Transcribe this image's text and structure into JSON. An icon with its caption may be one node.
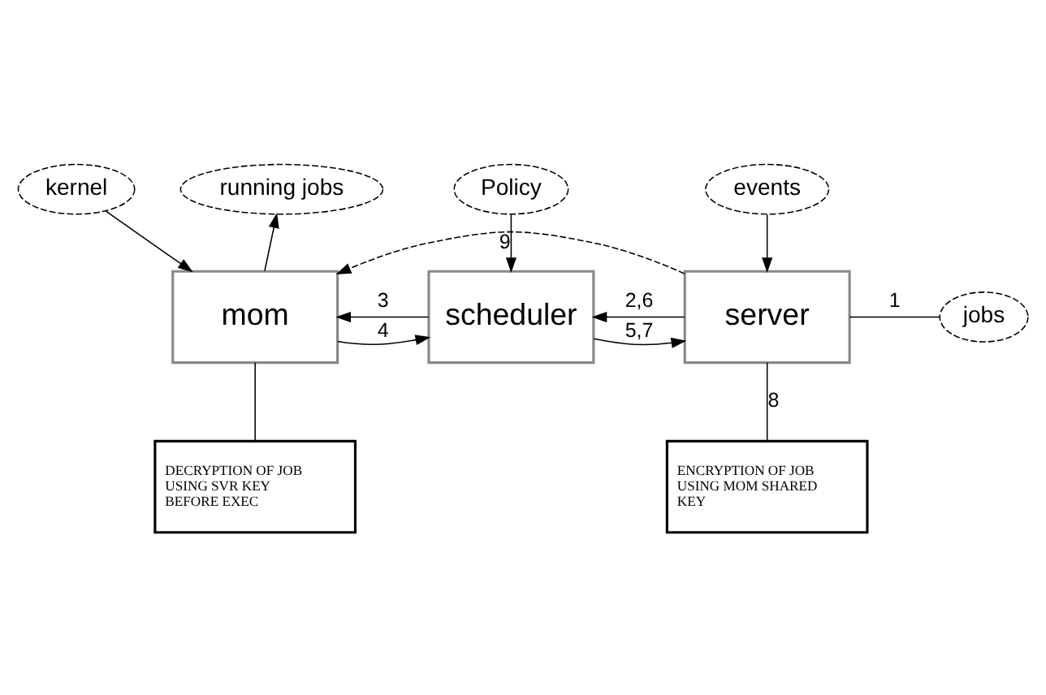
{
  "diagram": {
    "nodes": [
      {
        "text": [
          "kernel"
        ]
      },
      {
        "text": [
          "running jobs"
        ]
      },
      {
        "text": [
          "Policy"
        ]
      },
      {
        "text": [
          "events"
        ]
      },
      {
        "text": [
          "mom"
        ]
      },
      {
        "text": [
          "scheduler"
        ]
      },
      {
        "text": [
          "server"
        ]
      },
      {
        "text": [
          "jobs"
        ]
      },
      {
        "text": [
          "DECRYPTION OF JOB USING SVR KEY BEFORE EXEC"
        ]
      },
      {
        "text": [
          "ENCRYPTION OF JOB USING MOM SHARED KEY"
        ]
      }
    ],
    "edges": [
      {
        "from": 0,
        "to": 4,
        "arrow": "to"
      },
      {
        "from": 4,
        "to": 1,
        "arrow": "to"
      },
      {
        "from": 2,
        "to": 5,
        "arrow": "to"
      },
      {
        "from": 3,
        "to": 6,
        "arrow": "to"
      },
      {
        "from": 5,
        "to": 4,
        "arrow": "to",
        "label": "3"
      },
      {
        "from": 4,
        "to": 5,
        "arrow": "to",
        "label": "4"
      },
      {
        "from": 6,
        "to": 5,
        "arrow": "to",
        "label": "2,6"
      },
      {
        "from": 5,
        "to": 6,
        "arrow": "to",
        "label": "5,7"
      },
      {
        "from": 7,
        "to": 6,
        "arrow": "none",
        "label": "1"
      },
      {
        "from": 6,
        "to": 4,
        "arrow": "to",
        "label": "9",
        "style": "dashed"
      },
      {
        "from": 4,
        "to": 8,
        "arrow": "none"
      },
      {
        "from": 6,
        "to": 9,
        "arrow": "none",
        "label": "8"
      }
    ]
  }
}
